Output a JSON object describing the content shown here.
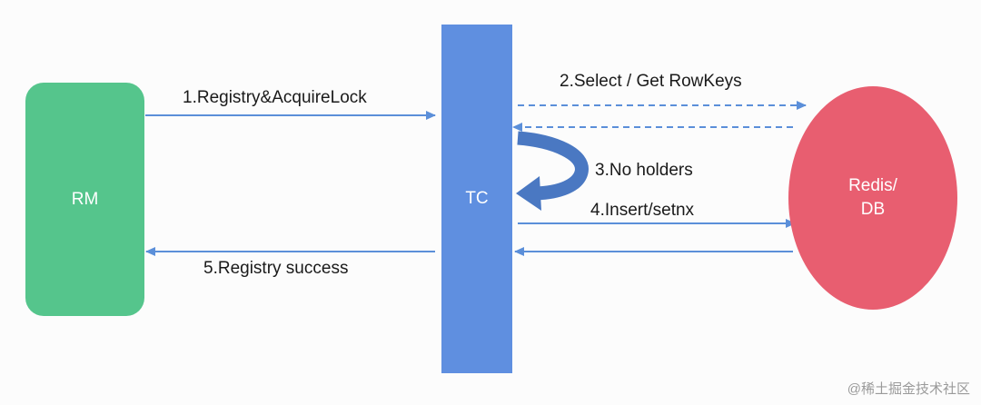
{
  "nodes": {
    "rm": "RM",
    "tc": "TC",
    "db": "Redis/\nDB"
  },
  "labels": {
    "step1": "1.Registry&AcquireLock",
    "step2": "2.Select / Get RowKeys",
    "step3": "3.No holders",
    "step4": "4.Insert/setnx",
    "step5": "5.Registry success"
  },
  "watermark": "@稀土掘金技术社区",
  "colors": {
    "rm": "#55c58c",
    "tc": "#5f8fe0",
    "db": "#e85e70",
    "arrow": "#5b8fd9",
    "curved_arrow": "#4a78c2"
  }
}
